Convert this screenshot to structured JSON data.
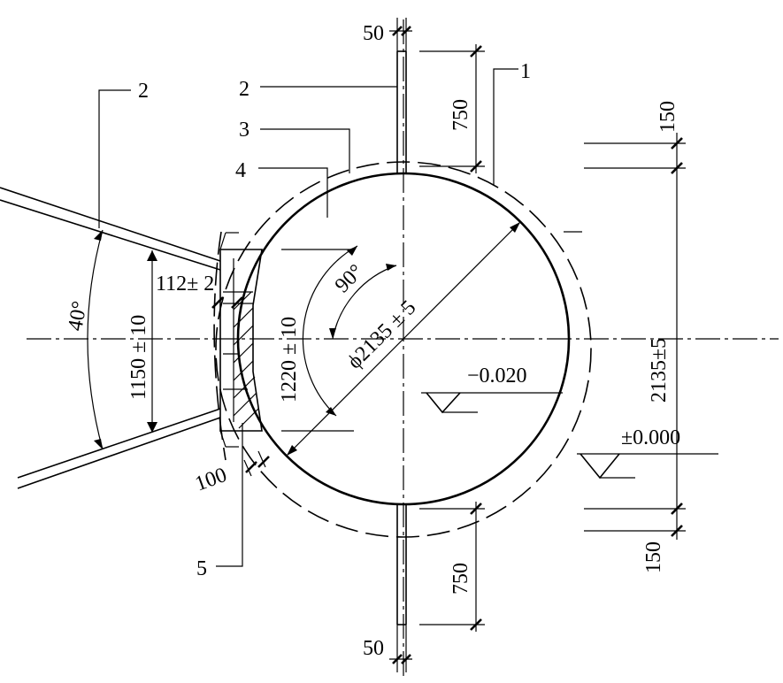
{
  "labels": {
    "callout_1": "1",
    "callout_2_left": "2",
    "callout_2_top": "2",
    "callout_3": "3",
    "callout_4": "4",
    "callout_5": "5"
  },
  "dimensions": {
    "top_gap": "50",
    "bottom_gap": "50",
    "top_length": "750",
    "bottom_length": "750",
    "top_offset": "150",
    "bottom_offset": "150",
    "overall_height": "2135±5",
    "diameter": "ϕ2135 ± 5",
    "angle_40": "40°",
    "angle_90": "90°",
    "chord_1150": "1150 ± 10",
    "chord_1220": "1220 ± 10",
    "thickness_112": "112± 2",
    "width_100": "100"
  },
  "elevations": {
    "upper": "−0.020",
    "lower": "±0.000"
  }
}
